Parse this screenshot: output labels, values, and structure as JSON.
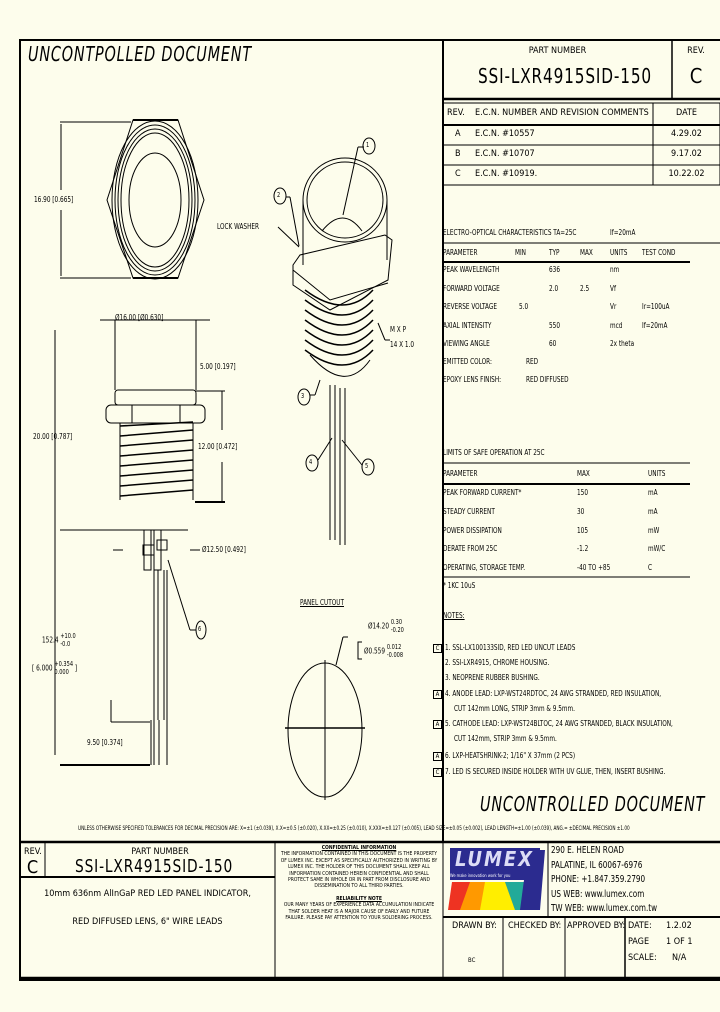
{
  "watermark": "UNCONTPOLLED DOCUMENT",
  "watermark_bottom": "UNCONTROLLED DOCUMENT",
  "header": {
    "part_number_label": "PART NUMBER",
    "part_number": "SSI-LXR4915SID-150",
    "rev_label": "REV.",
    "rev": "C"
  },
  "revisions": {
    "headers": [
      "REV.",
      "E.C.N. NUMBER AND REVISION COMMENTS",
      "DATE"
    ],
    "rows": [
      {
        "rev": "A",
        "comment": "E.C.N. #10557",
        "date": "4.29.02"
      },
      {
        "rev": "B",
        "comment": "E.C.N. #10707",
        "date": "9.17.02"
      },
      {
        "rev": "C",
        "comment": "E.C.N. #10919.",
        "date": "10.22.02"
      }
    ]
  },
  "electro_optical": {
    "title": "ELECTRO-OPTICAL CHARACTERISTICS TA=25C",
    "condition": "If=20mA",
    "headers": [
      "PARAMETER",
      "MIN",
      "TYP",
      "MAX",
      "UNITS",
      "TEST COND"
    ],
    "rows": [
      [
        "PEAK WAVELENGTH",
        "",
        "636",
        "",
        "nm",
        ""
      ],
      [
        "FORWARD VOLTAGE",
        "",
        "2.0",
        "2.5",
        "Vf",
        ""
      ],
      [
        "REVERSE VOLTAGE",
        "5.0",
        "",
        "",
        "Vr",
        "Ir=100uA"
      ],
      [
        "AXIAL INTENSITY",
        "",
        "550",
        "",
        "mcd",
        "If=20mA"
      ],
      [
        "VIEWING ANGLE",
        "",
        "60",
        "",
        "2x theta",
        ""
      ]
    ],
    "emitted_color_label": "EMITTED COLOR:",
    "emitted_color": "RED",
    "epoxy_label": "EPOXY LENS FINISH:",
    "epoxy": "RED DIFFUSED"
  },
  "limits": {
    "title": "LIMITS OF SAFE OPERATION AT 25C",
    "headers": [
      "PARAMETER",
      "MAX",
      "UNITS"
    ],
    "rows": [
      [
        "PEAK FORWARD CURRENT*",
        "150",
        "mA"
      ],
      [
        "STEADY CURRENT",
        "30",
        "mA"
      ],
      [
        "POWER DISSIPATION",
        "105",
        "mW"
      ],
      [
        "DERATE FROM 25C",
        "-1.2",
        "mW/C"
      ],
      [
        "OPERATING, STORAGE TEMP.",
        "-40 TO +85",
        "C"
      ]
    ],
    "footnote": "* 1KC 10uS"
  },
  "notes": {
    "title": "NOTES:",
    "items": [
      {
        "marker": "C",
        "text": "1. SSL-LX100133SID, RED LED UNCUT LEADS"
      },
      {
        "marker": "",
        "text": "2. SSI-LXR4915, CHROME HOUSING."
      },
      {
        "marker": "",
        "text": "3. NEOPRENE RUBBER BUSHING."
      },
      {
        "marker": "A",
        "text": "4. ANODE LEAD: LXP-WST24RDTOC, 24 AWG STRANDED, RED INSULATION,"
      },
      {
        "marker": "",
        "text": "CUT 142mm LONG, STRIP 3mm & 9.5mm."
      },
      {
        "marker": "A",
        "text": "5. CATHODE LEAD: LXP-WST24BLTOC, 24 AWG STRANDED, BLACK INSULATION,"
      },
      {
        "marker": "",
        "text": "CUT 142mm, STRIP 3mm & 9.5mm."
      },
      {
        "marker": "A",
        "text": "6. LXP-HEATSHRINK-2; 1/16\" X 37mm (2 PCS)"
      },
      {
        "marker": "C",
        "text": "7. LED IS SECURED INSIDE HOLDER WITH UV GLUE, THEN, INSERT BUSHING."
      }
    ]
  },
  "drawing": {
    "dim_hex": "16.90 [0.665]",
    "dim_dia": "Ø16.00 [Ø0.630]",
    "dim_500": "5.00 [0.197]",
    "dim_2000": "20.00 [0.787]",
    "dim_1200": "12.00 [0.472]",
    "dim_1250": "Ø12.50 [0.492]",
    "dim_lead": "152.4",
    "dim_lead_tol_plus": "+10.0",
    "dim_lead_tol_minus": "-0.0",
    "dim_lead_in": "6.000",
    "dim_lead_in_tol_plus": "+0.354",
    "dim_lead_in_tol_minus": "0.000",
    "dim_950": "9.50 [0.374]",
    "lock_washer": "LOCK WASHER",
    "thread_1": "M X P",
    "thread_2": "14 X 1.0",
    "callouts": [
      "1",
      "2",
      "3",
      "4",
      "5",
      "6"
    ],
    "panel_cutout": "PANEL CUTOUT",
    "cutout_dia": "Ø14.20",
    "cutout_tol_plus": "0.30",
    "cutout_tol_minus": "-0.20",
    "cutout_dia_in": "Ø0.559",
    "cutout_in_tol_plus": "0.012",
    "cutout_in_tol_minus": "-0.008"
  },
  "tolerance_note": "UNLESS OTHERWISE SPECIFIED TOLERANCES FOR DECIMAL PRECISION ARE: X=±1 (±0.039), X.X=±0.5 (±0.020), X.XX=±0.25 (±0.010), X.XXX=±0.127 (±0.005), LEAD SIZE=±0.05 (±0.002), LEAD LENGTH=±1.00 (±0.039), ANG.= ±DECIMAL PRECISION ±1.00",
  "title_block": {
    "rev_label": "REV.",
    "rev": "C",
    "part_number_label": "PART NUMBER",
    "part_number": "SSI-LXR4915SID-150",
    "description_1": "10mm 636nm AlInGaP RED LED PANEL INDICATOR,",
    "description_2": "RED DIFFUSED LENS, 6\" WIRE LEADS",
    "confidential_title": "CONFIDENTIAL INFORMATION",
    "confidential_text": "THE INFORMATION CONTAINED IN THIS DOCUMENT IS THE PROPERTY OF LUMEX INC. EXCEPT AS SPECIFICALLY AUTHORIZED IN WRITING BY LUMEX INC. THE HOLDER OF THIS DOCUMENT SHALL KEEP ALL INFORMATION CONTAINED HEREIN CONFIDENTIAL AND SHALL PROTECT SAME IN WHOLE OR IN PART FROM DISCLOSURE AND DISSEMINATION TO ALL THIRD PARTIES.",
    "reliability_title": "RELIABILITY NOTE",
    "reliability_text": "OUR MANY YEARS OF EXPERIENCE DATA ACCUMULATION INDICATE THAT SOLDER HEAT IS A MAJOR CAUSE OF EARLY AND FUTURE FAILURE. PLEASE PAY ATTENTION TO YOUR SOLDERING PROCESS.",
    "logo_text": "LUMEX",
    "logo_tagline": "We make innovation work for you",
    "address": [
      "290 E. HELEN ROAD",
      "PALATINE, IL 60067-6976",
      "PHONE: +1.847.359.2790",
      "US WEB: www.lumex.com",
      "TW WEB: www.lumex.com.tw"
    ],
    "drawn_by_label": "DRAWN BY:",
    "drawn_by": "BC",
    "checked_by_label": "CHECKED BY:",
    "approved_by_label": "APPROVED BY:",
    "date_label": "DATE:",
    "date": "1.2.02",
    "page_label": "PAGE",
    "page": "1 OF 1",
    "scale_label": "SCALE:",
    "scale": "N/A"
  },
  "colors": {
    "background": "#fdfdec",
    "logo_blue": "#2b2b8f"
  }
}
